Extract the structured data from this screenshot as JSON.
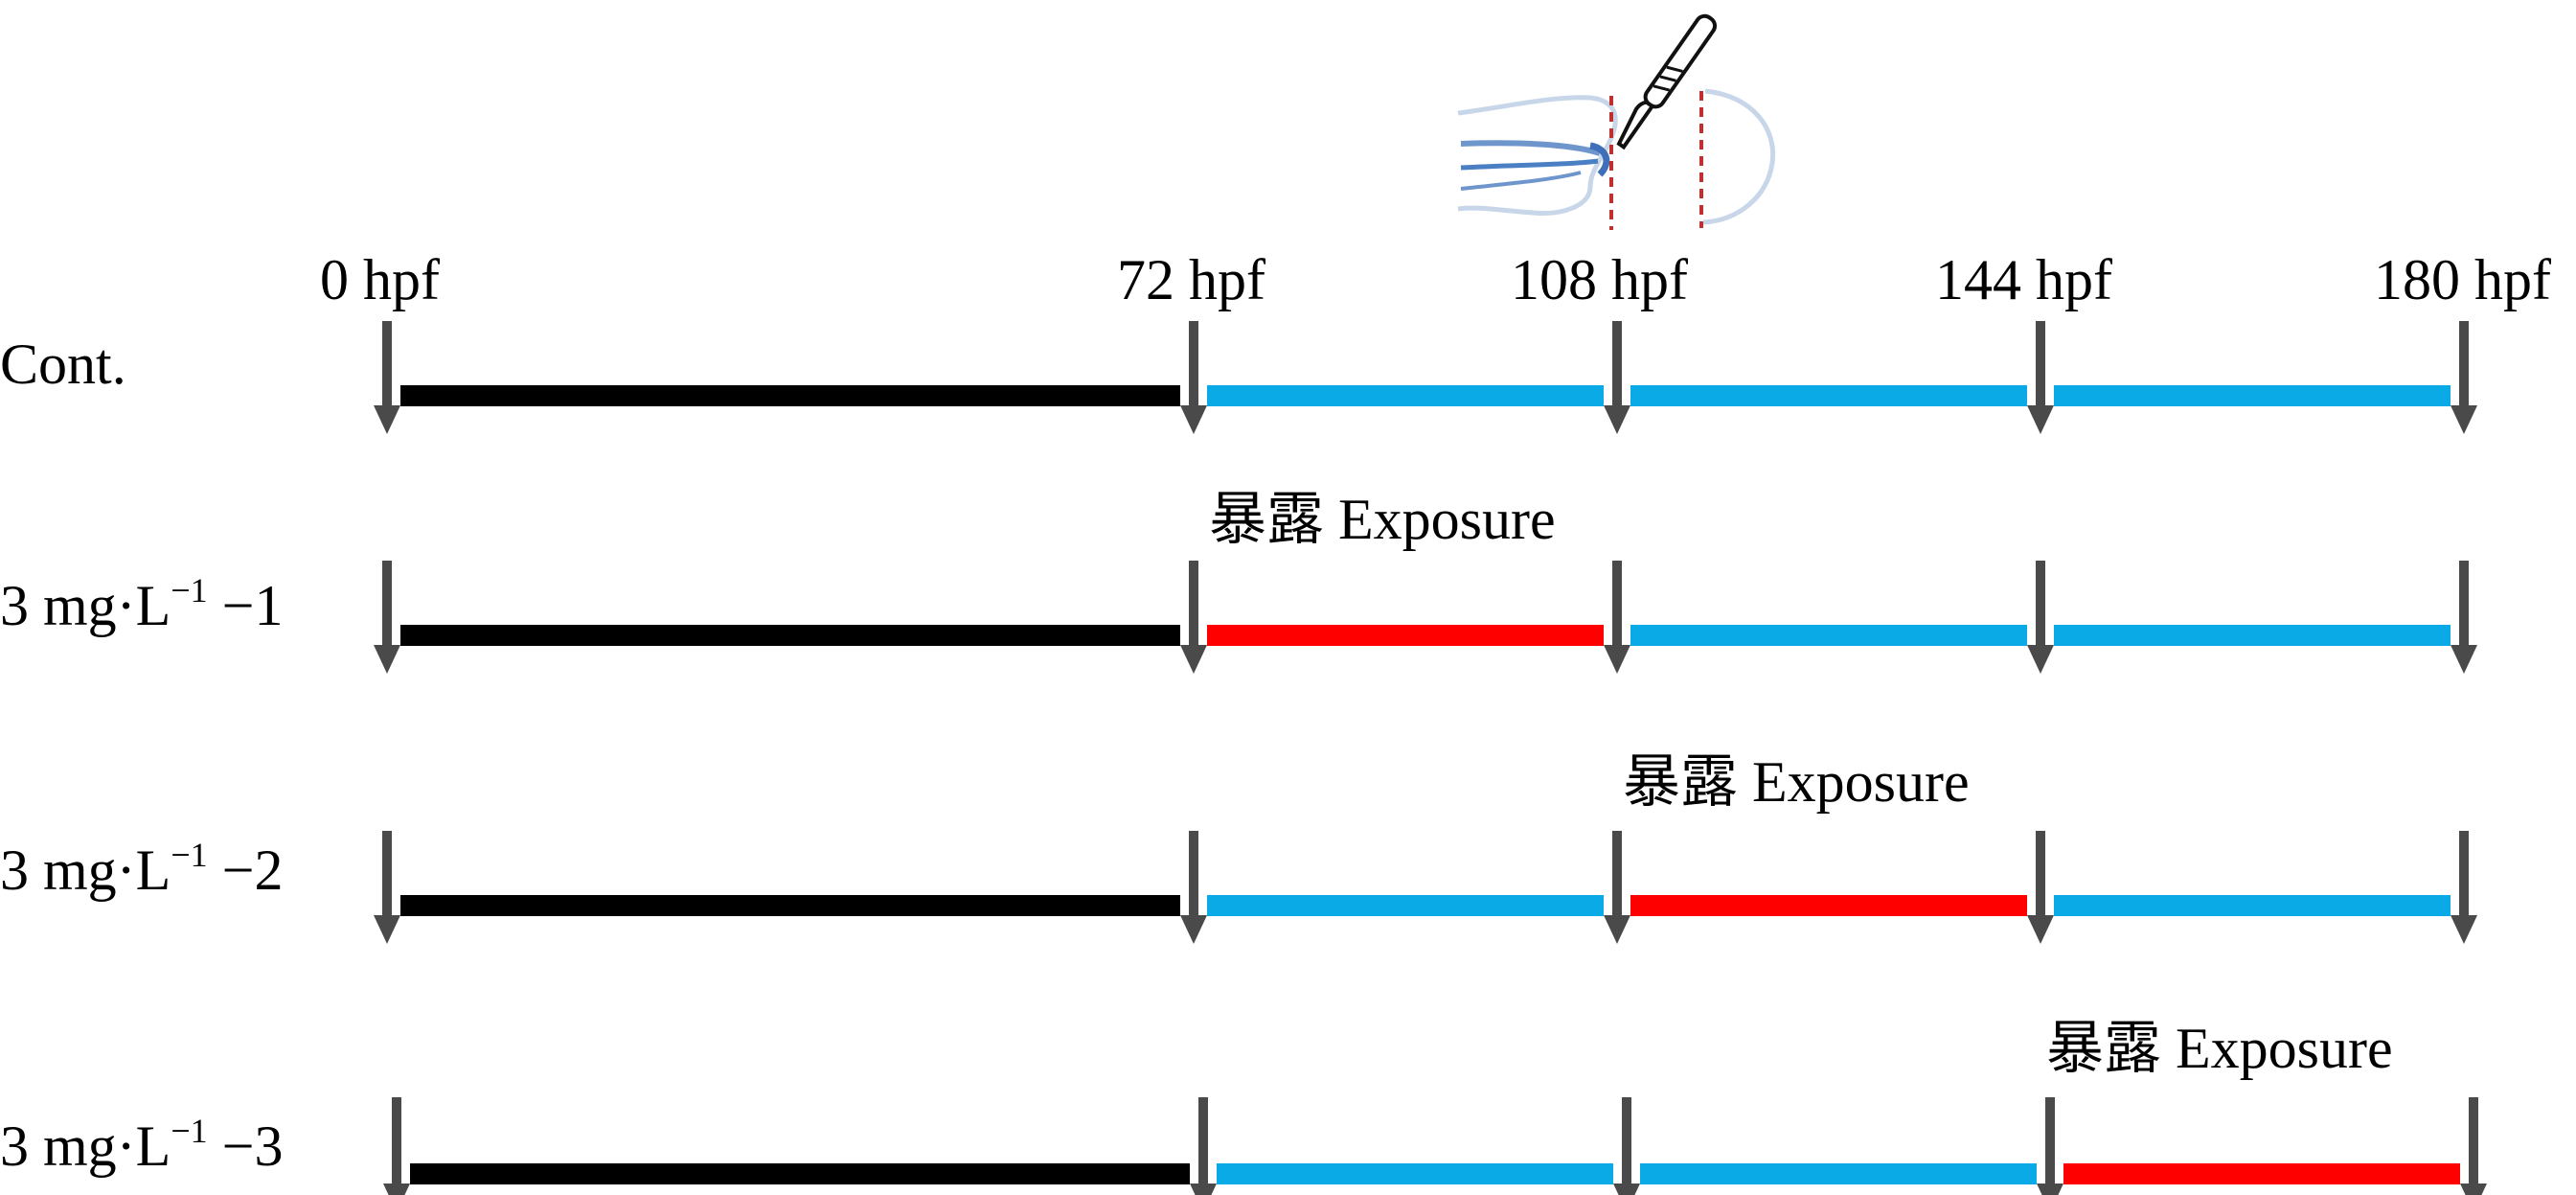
{
  "timepoints": [
    {
      "label": "0 hpf",
      "hpf": 0
    },
    {
      "label": "72 hpf",
      "hpf": 72
    },
    {
      "label": "108 hpf",
      "hpf": 108
    },
    {
      "label": "144 hpf",
      "hpf": 144
    },
    {
      "label": "180 hpf",
      "hpf": 180
    }
  ],
  "exposure_label": "暴露 Exposure",
  "colors": {
    "pre": "#000000",
    "recovery": "#0aaae6",
    "exposure": "#ff0000",
    "arrow": "#4a4a4a"
  },
  "rows": [
    {
      "label_main": "Cont.",
      "label_sup": "",
      "label_tail": "",
      "exposure_segment": null,
      "segments": [
        "pre",
        "recovery",
        "recovery",
        "recovery"
      ]
    },
    {
      "label_main": "3 mg·L",
      "label_sup": "−1",
      "label_tail": " −1",
      "exposure_segment": 1,
      "segments": [
        "pre",
        "exposure",
        "recovery",
        "recovery"
      ]
    },
    {
      "label_main": "3 mg·L",
      "label_sup": "−1",
      "label_tail": " −2",
      "exposure_segment": 2,
      "segments": [
        "pre",
        "recovery",
        "exposure",
        "recovery"
      ]
    },
    {
      "label_main": "3 mg·L",
      "label_sup": "−1",
      "label_tail": " −3",
      "exposure_segment": 3,
      "segments": [
        "pre",
        "recovery",
        "recovery",
        "exposure"
      ]
    }
  ],
  "illustration": "zebrafish-larva-tail-amputation-icon"
}
